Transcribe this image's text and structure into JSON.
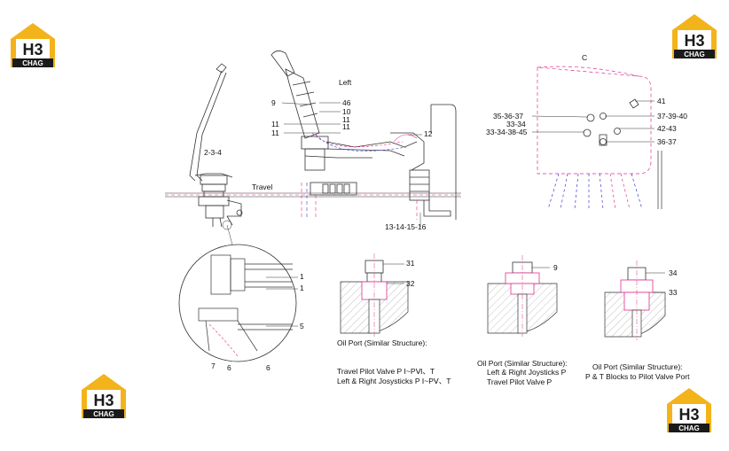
{
  "logo": {
    "mark": "H3",
    "text": "CHAG"
  },
  "view_labels": {
    "left": "Left",
    "c": "C",
    "travel": "Travel"
  },
  "part_numbers": {
    "p234": "2-3-4",
    "p9": "9",
    "p46": "46",
    "p10": "10",
    "p11a": "11",
    "p11b": "11",
    "p11c": "11",
    "p11d": "11",
    "p12": "12",
    "p13": "13-14-15-16",
    "p41": "41",
    "p353637": "35-36-37",
    "p3334": "33-34",
    "p33343845": "33-34-38-45",
    "p373940": "37-39-40",
    "p4243": "42-43",
    "p3637": "36-37",
    "d1a": "1",
    "d1b": "1",
    "d5": "5",
    "d7": "7",
    "d6a": "6",
    "d6b": "6",
    "f31": "31",
    "f32": "32",
    "f9": "9",
    "f34": "34",
    "f33": "33"
  },
  "captions": {
    "oil1": "Oil Port (Similar Structure):",
    "oil1_l1": "Travel Pilot Valve P Ⅰ~PⅥ、T",
    "oil1_l2": "Left & Right Josysticks P Ⅰ~PⅤ、T",
    "oil2": "Oil Port (Similar Structure):",
    "oil2_l1": "Left & Right Joysticks P",
    "oil2_l2": "Travel Pilot Valve P",
    "oil3": "Oil Port (Similar Structure):",
    "oil3_l1": "P & T Blocks to Pilot Valve Port"
  },
  "colors": {
    "logo_yellow": "#f3b31b",
    "logo_black": "#1a1a1a",
    "hose_pink": "#e0308e",
    "hose_blue": "#3a3ad8",
    "line": "#333333"
  }
}
